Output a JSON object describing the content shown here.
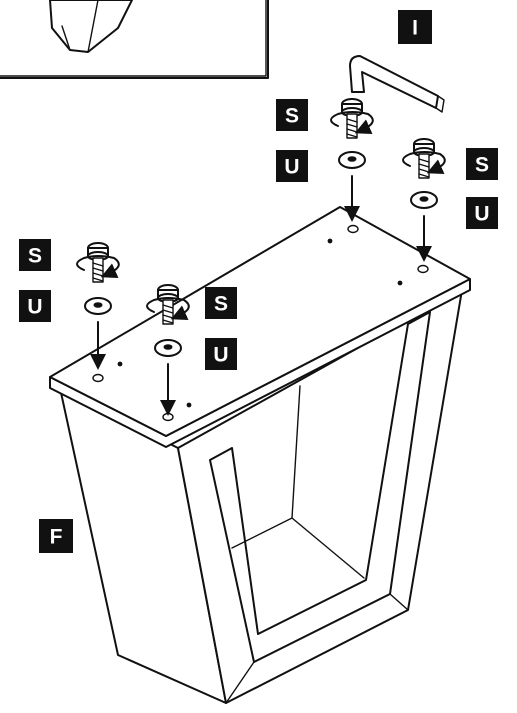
{
  "labels": {
    "allen_key": "I",
    "screw": "S",
    "washer": "U",
    "frame": "F"
  },
  "colors": {
    "ink": "#111111",
    "paper": "#ffffff"
  },
  "icons": [
    "allen-key-icon",
    "screw-icon",
    "washer-icon",
    "rotation-arrow-icon",
    "down-arrow-icon"
  ]
}
